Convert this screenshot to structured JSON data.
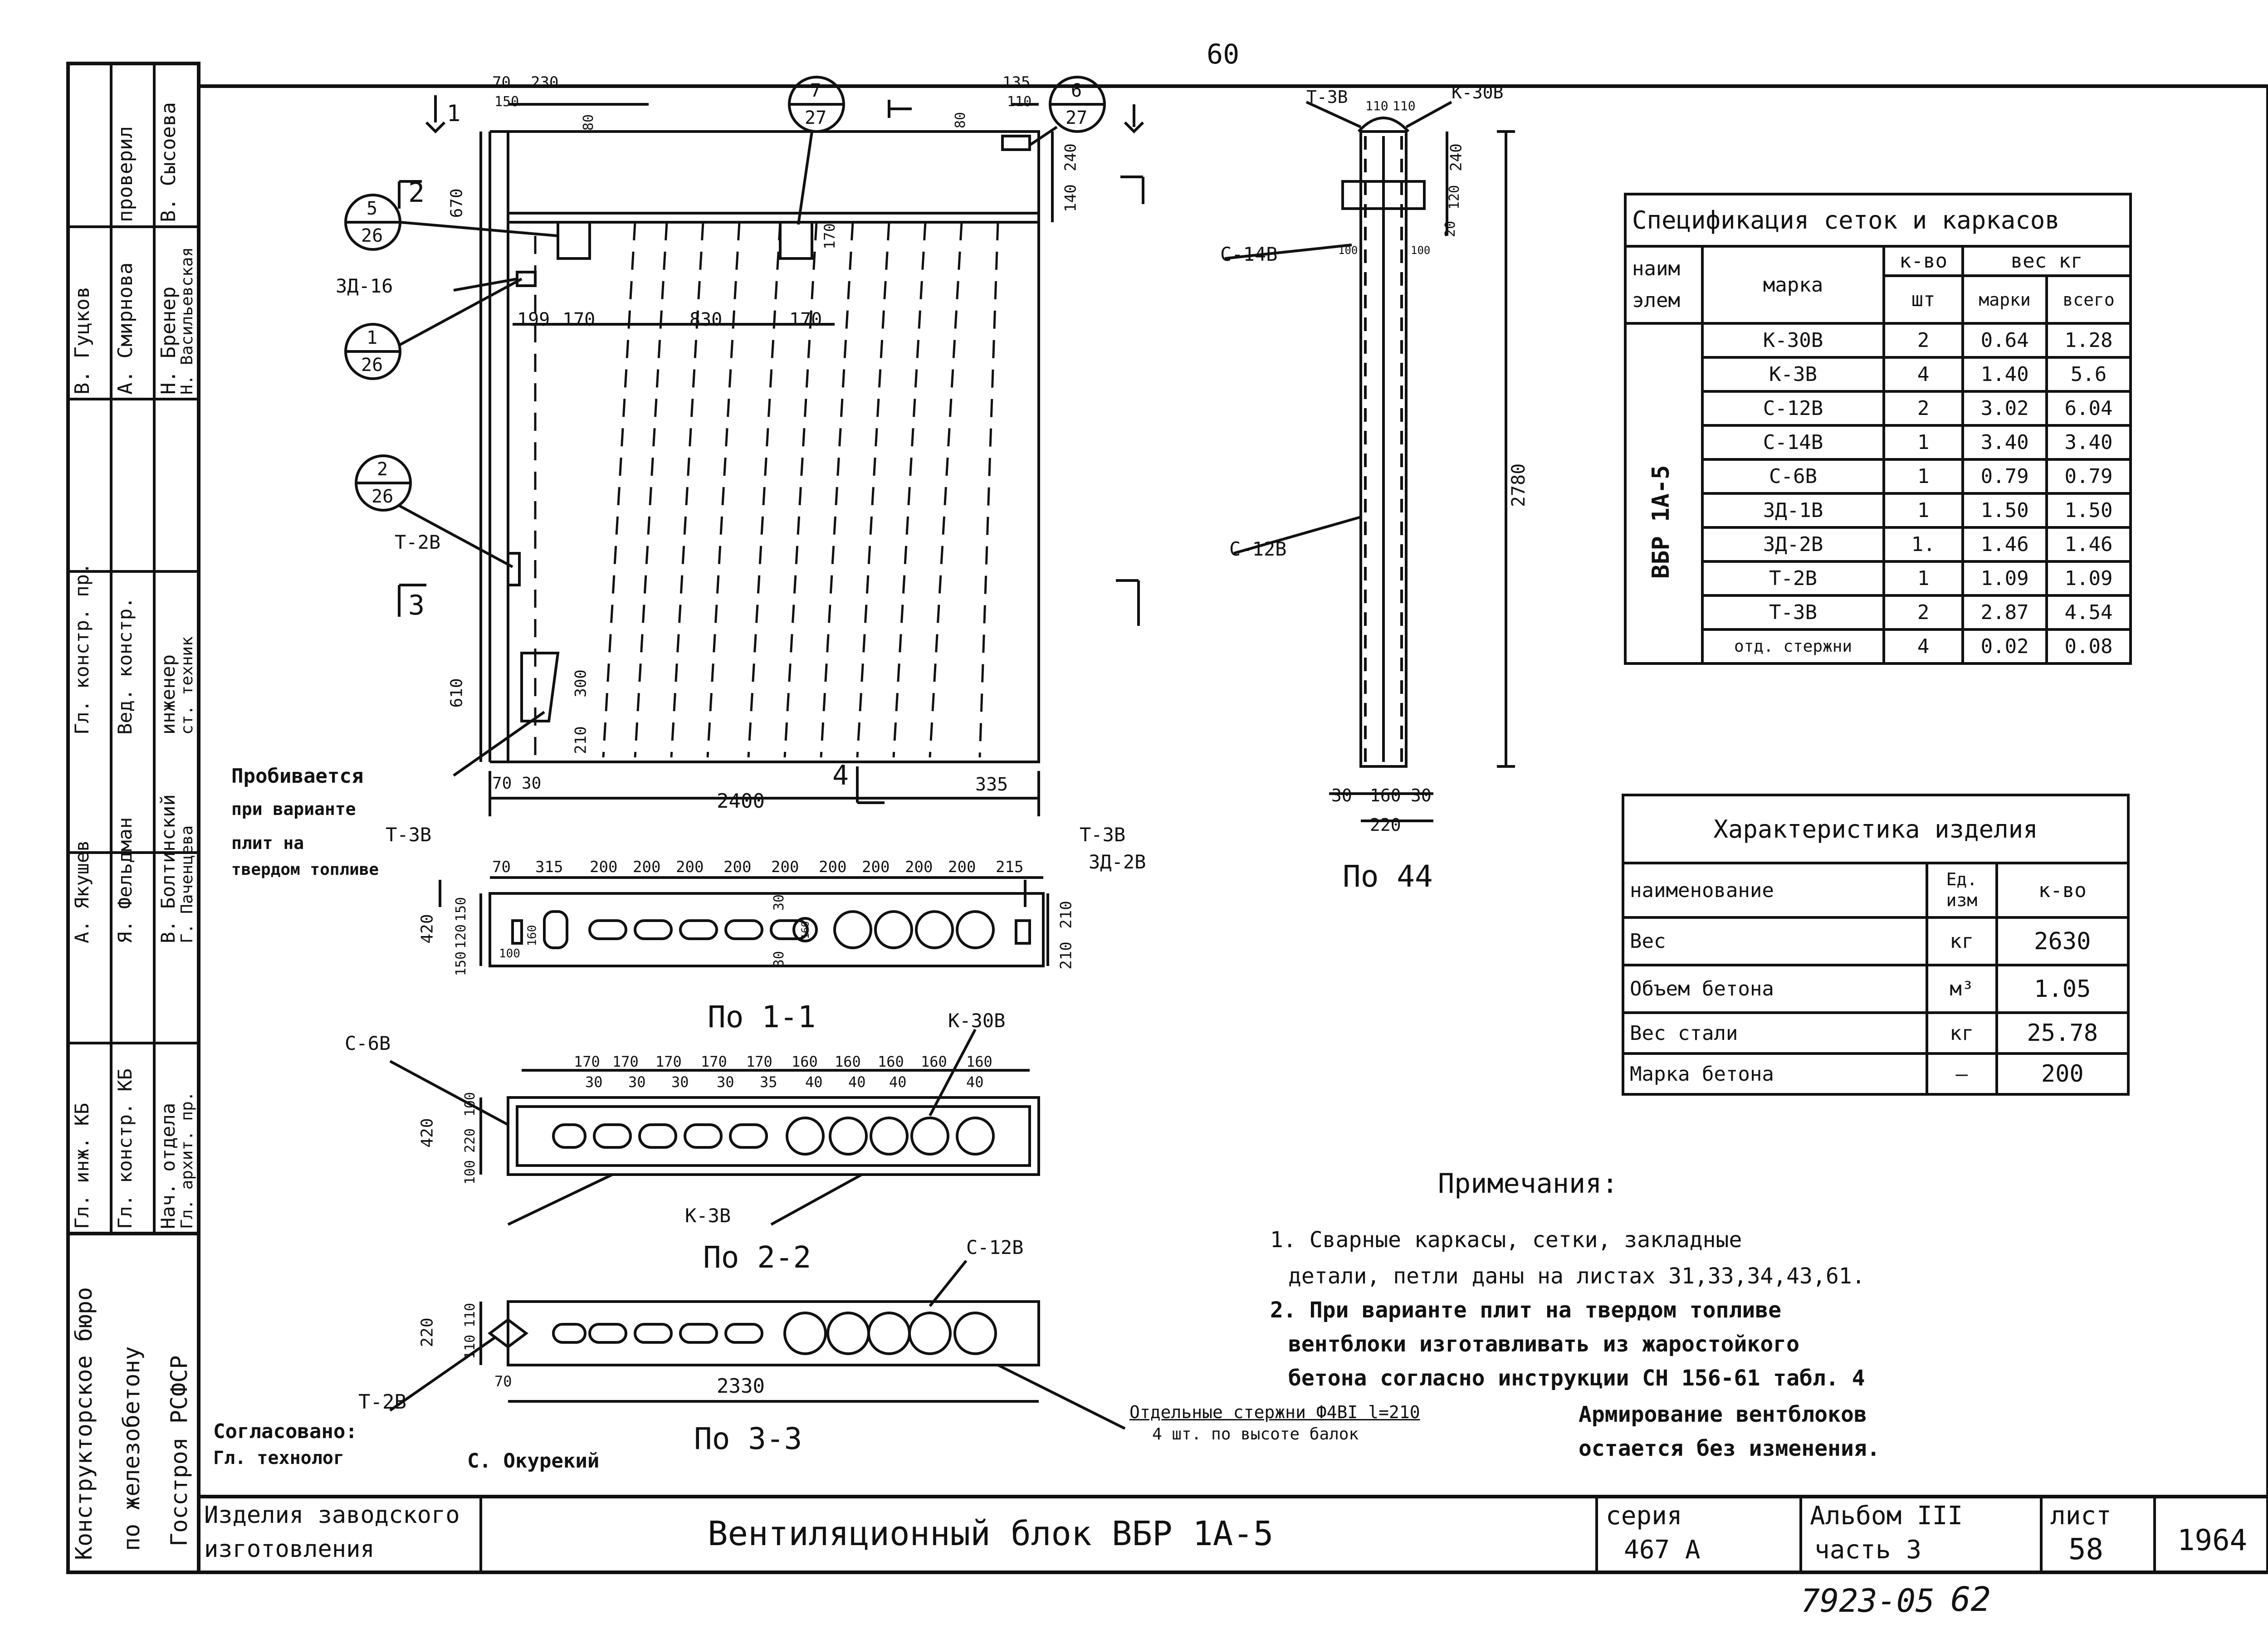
{
  "page_number": "60",
  "stamp_number": "7923-05",
  "stamp_page": "62",
  "side_block": {
    "approval_rows": [
      {
        "role": "проверил",
        "name": "В. Сысоева"
      },
      {
        "role": "",
        "name": "В. Гуцков"
      },
      {
        "role": "",
        "name": "А. Смирнова"
      },
      {
        "role": "",
        "name": "Н. Бренер"
      },
      {
        "role": "",
        "name": "Н. Васильевская"
      }
    ],
    "positions": [
      "Гл. констр. пр.",
      "Вед. констр.",
      "инженер",
      "ст. техник"
    ],
    "people": [
      "А. Якушев",
      "Я. Фельдман",
      "В. Болтинский",
      "Г. Паченцева"
    ],
    "dept": [
      "Гл. инж. КБ",
      "Гл. констр. КБ",
      "Нач. отдела",
      "Гл. архит. пр."
    ],
    "org": [
      "Конструкторское бюро",
      "по железобетону",
      "Госстроя РСФСР"
    ]
  },
  "title_block": {
    "products_label_1": "Изделия заводского",
    "products_label_2": "изготовления",
    "title": "Вентиляционный блок ВБР 1А-5",
    "series_label": "серия",
    "series_value": "467 А",
    "album_label": "Альбом III",
    "part_label": "часть 3",
    "sheet_label": "лист",
    "sheet_value": "58",
    "year": "1964"
  },
  "spec_table": {
    "title": "Спецификация сеток и каркасов",
    "h_name": [
      "наим",
      "элем"
    ],
    "h_mark": "марка",
    "h_qty": [
      "к-во",
      "шт"
    ],
    "h_weight": "вес кг",
    "h_weight_mark": "марки",
    "h_weight_total": "всего",
    "element": "ВБР 1А-5",
    "rows": [
      {
        "mark": "К-30В",
        "qty": "2",
        "w": "0.64",
        "total": "1.28"
      },
      {
        "mark": "К-3В",
        "qty": "4",
        "w": "1.40",
        "total": "5.6"
      },
      {
        "mark": "С-12В",
        "qty": "2",
        "w": "3.02",
        "total": "6.04"
      },
      {
        "mark": "С-14В",
        "qty": "1",
        "w": "3.40",
        "total": "3.40"
      },
      {
        "mark": "С-6В",
        "qty": "1",
        "w": "0.79",
        "total": "0.79"
      },
      {
        "mark": "ЗД-1В",
        "qty": "1",
        "w": "1.50",
        "total": "1.50"
      },
      {
        "mark": "ЗД-2В",
        "qty": "1.",
        "w": "1.46",
        "total": "1.46"
      },
      {
        "mark": "Т-2В",
        "qty": "1",
        "w": "1.09",
        "total": "1.09"
      },
      {
        "mark": "Т-3В",
        "qty": "2",
        "w": "2.87",
        "total": "4.54"
      },
      {
        "mark": "отд. стержни",
        "qty": "4",
        "w": "0.02",
        "total": "0.08"
      }
    ]
  },
  "char_table": {
    "title": "Характеристика изделия",
    "h_name": "наименование",
    "h_unit": [
      "Ед.",
      "изм"
    ],
    "h_qty": "к-во",
    "rows": [
      {
        "name": "Вес",
        "unit": "кг",
        "qty": "2630"
      },
      {
        "name": "Объем бетона",
        "unit": "м³",
        "qty": "1.05"
      },
      {
        "name": "Вес стали",
        "unit": "кг",
        "qty": "25.78"
      },
      {
        "name": "Марка бетона",
        "unit": "—",
        "qty": "200"
      }
    ]
  },
  "notes": {
    "title": "Примечания:",
    "lines": [
      "1. Сварные каркасы, сетки, закладные",
      "детали, петли даны на листах 31,33,34,43,61.",
      "2. При варианте плит на твердом топливе",
      "вентблоки изготавливать из жаростойкого",
      "бетона согласно инструкции СН 156-61 табл. 4",
      "Армирование вентблоков",
      "остается без изменения."
    ]
  },
  "views": {
    "section_44": "По 44",
    "section_11": "По 1-1",
    "section_22": "По 2-2",
    "section_33": "По 3-3"
  },
  "callouts": {
    "c5": [
      "5",
      "26"
    ],
    "c1": [
      "1",
      "26"
    ],
    "c2": [
      "2",
      "26"
    ],
    "c7": [
      "7",
      "27"
    ],
    "c6": [
      "6",
      "27"
    ]
  },
  "labels": {
    "zd16": "ЗД-16",
    "t2b": "Т-2В",
    "t3b_left": "Т-3В",
    "t3b_right": "Т-3В",
    "zd2b": "ЗД-2В",
    "s6b": "С-6В",
    "k30b": "К-30В",
    "k30b_top": "К-30В",
    "k3b": "К-3В",
    "s12b": "С-12В",
    "s12b_top": "С-12В",
    "s14b": "С-14В",
    "t3b_top": "Т-3В",
    "t2b_bottom": "Т-2В",
    "pierce_1": "Пробивается",
    "pierce_2": "при варианте",
    "pierce_3": "плит на",
    "pierce_4": "твердом топливе",
    "bars_1": "Отдельные стержни Ф4ВI l=210",
    "bars_2": "4 шт. по высоте балок",
    "agreed_1": "Согласовано:",
    "agreed_2": "Гл. технолог",
    "agreed_3": "С. Окурекий",
    "sec_1": "1",
    "sec_2": "2",
    "sec_3": "3",
    "sec_4": "4"
  },
  "dims": {
    "top": [
      "70",
      "230",
      "150",
      "80",
      "135",
      "110",
      "80"
    ],
    "left": [
      "670",
      "610",
      "300",
      "210"
    ],
    "right": [
      "240",
      "140"
    ],
    "mid": [
      "199",
      "170",
      "830",
      "170",
      "170"
    ],
    "bottom_front": [
      "70",
      "30",
      "2400",
      "335"
    ],
    "s44_top": [
      "110",
      "110"
    ],
    "s44_right": [
      "240",
      "120",
      "20",
      "2780"
    ],
    "s44_mid": [
      "100",
      "100"
    ],
    "s44_bottom": [
      "30",
      "160",
      "30",
      "220"
    ],
    "s11_top": [
      "70",
      "315",
      "200",
      "200",
      "200",
      "200",
      "200",
      "200",
      "200",
      "200",
      "200",
      "215"
    ],
    "s11_left": [
      "420",
      "150",
      "120",
      "150",
      "160",
      "100"
    ],
    "s11_right": [
      "210",
      "210"
    ],
    "s11_mid": [
      "30",
      "30",
      "160"
    ],
    "s22_top": [
      "170",
      "170",
      "170",
      "170",
      "170",
      "160",
      "160",
      "160",
      "160",
      "160"
    ],
    "s22_sub": [
      "30",
      "30",
      "30",
      "30",
      "35",
      "40",
      "40",
      "40",
      "40"
    ],
    "s22_left": [
      "420",
      "100",
      "220",
      "100"
    ],
    "s33_left": [
      "220",
      "110",
      "110"
    ],
    "s33_bottom": [
      "70",
      "2330"
    ]
  }
}
